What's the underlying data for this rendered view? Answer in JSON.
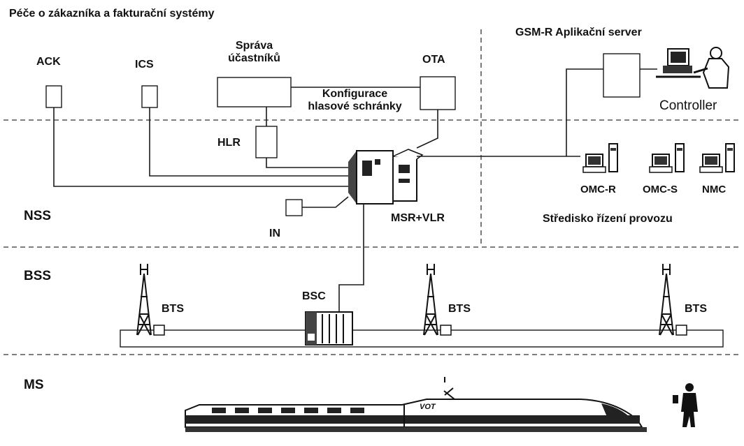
{
  "header": {
    "title": "Péče o zákazníka a fakturační systémy"
  },
  "layers": {
    "nss": "NSS",
    "bss": "BSS",
    "ms": "MS"
  },
  "billing": {
    "ack": "ACK",
    "ics": "ICS",
    "sprava": "Správa\núčastníků",
    "ota": "OTA",
    "konfigurace": "Konfigurace\nhlasové schránky"
  },
  "gsmr": {
    "server": "GSM-R Aplikační server",
    "controller": "Controller"
  },
  "nss_nodes": {
    "hlr": "HLR",
    "in": "IN",
    "msc": "MSR+VLR"
  },
  "ops": {
    "omcr": "OMC-R",
    "omcs": "OMC-S",
    "nmc": "NMC",
    "centre": "Středisko řízení provozu"
  },
  "bss_nodes": {
    "bsc": "BSC",
    "bts1": "BTS",
    "bts2": "BTS",
    "bts3": "BTS"
  },
  "train_logo": "VOT"
}
